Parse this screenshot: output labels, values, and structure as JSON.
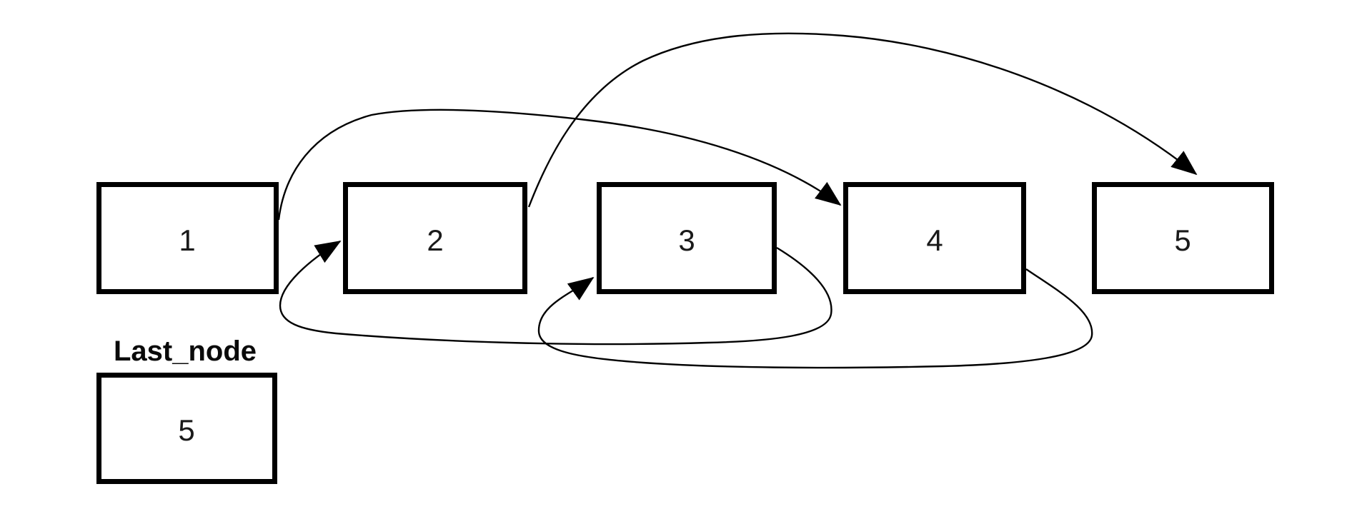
{
  "diagram": {
    "background": "#ffffff",
    "stroke_color": "#000000",
    "nodes": [
      "1",
      "2",
      "3",
      "4",
      "5"
    ],
    "last_node": {
      "label": "Last_node",
      "value": "5"
    },
    "edges": [
      {
        "from": "1",
        "to": "4",
        "route": "over-top"
      },
      {
        "from": "2",
        "to": "5",
        "route": "over-top"
      },
      {
        "from": "3",
        "to": "2",
        "route": "under-bottom"
      },
      {
        "from": "4",
        "to": "3",
        "route": "under-bottom"
      }
    ]
  }
}
